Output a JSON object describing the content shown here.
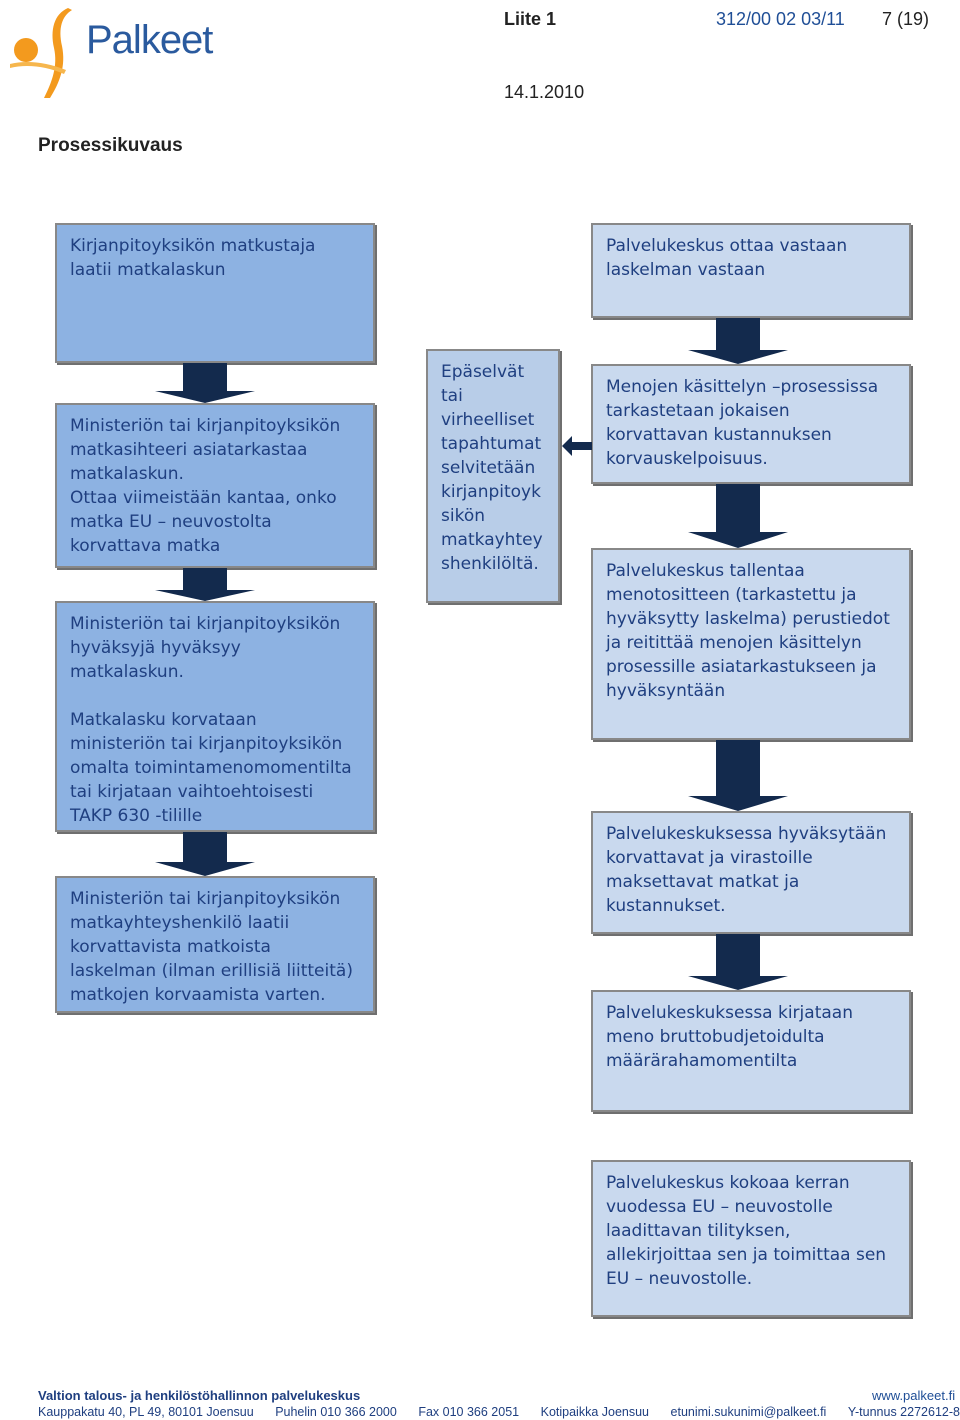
{
  "header": {
    "brand": "Palkeet",
    "title": "Liite 1",
    "reference": "312/00 02 03/11",
    "page": "7 (19)",
    "date": "14.1.2010"
  },
  "section_title": "Prosessikuvaus",
  "left_column": {
    "box1": "Kirjanpitoyksikön matkustaja\nlaatii matkalaskun",
    "box2": "Ministeriön tai kirjanpitoyksikön\nmatkasihteeri asiatarkastaa\nmatkalaskun.\nOttaa viimeistään kantaa, onko\nmatka EU – neuvostolta\nkorvattava matka",
    "box3": "Ministeriön tai kirjanpitoyksikön\nhyväksyjä hyväksyy\nmatkalaskun.\n\nMatkalasku korvataan\nministeriön tai kirjanpitoyksikön\nomalta toimintamenomomentilta\ntai kirjataan vaihtoehtoisesti\nTAKP 630 -tilille",
    "box4": "Ministeriön tai kirjanpitoyksikön\nmatkayhteyshenkilö laatii\nkorvattavista matkoista\nlaskelman (ilman erillisiä liitteitä)\nmatkojen korvaamista varten."
  },
  "middle_column": {
    "box1": "Epäselvät\ntai\nvirheelliset\ntapahtumat\nselvitetään\nkirjanpitoyk\nsikön\nmatkayhtey\nshenkilöltä."
  },
  "right_column": {
    "box1": "Palvelukeskus ottaa vastaan\nlaskelman vastaan",
    "box2": "Menojen käsittelyn –prosessissa\ntarkastetaan jokaisen\nkorvattavan kustannuksen\nkorvauskelpoisuus.",
    "box3": "Palvelukeskus tallentaa\nmenotositteen (tarkastettu ja\nhyväksytty laskelma) perustiedot\nja reitittää menojen käsittelyn\nprosessille asiatarkastukseen ja\nhyväksyntään",
    "box4": "Palvelukeskuksessa hyväksytään\nkorvattavat ja virastoille\nmaksettavat matkat ja\nkustannukset.",
    "box5": "Palvelukeskuksessa kirjataan\nmeno bruttobudjetoidulta\nmäärärahamomentilta",
    "box6": "Palvelukeskus kokoaa kerran\nvuodessa EU – neuvostolle\nlaadittavan tilityksen,\nallekirjoittaa sen ja toimittaa sen\nEU – neuvostolle."
  },
  "footer": {
    "org": "Valtion talous- ja henkilöstöhallinnon palvelukeskus",
    "web": "www.palkeet.fi",
    "address": "Kauppakatu 40, PL 49, 80101 Joensuu",
    "phone": "Puhelin 010 366 2000",
    "fax": "Fax 010 366 2051",
    "domicile": "Kotipaikka Joensuu",
    "email": "etunimi.sukunimi@palkeet.fi",
    "business_id": "Y-tunnus 2272612-8"
  },
  "colors": {
    "box_dark": "#8db2e2",
    "box_light": "#c9d9ee",
    "arrow": "#132a4d",
    "text": "#1f3f80"
  }
}
